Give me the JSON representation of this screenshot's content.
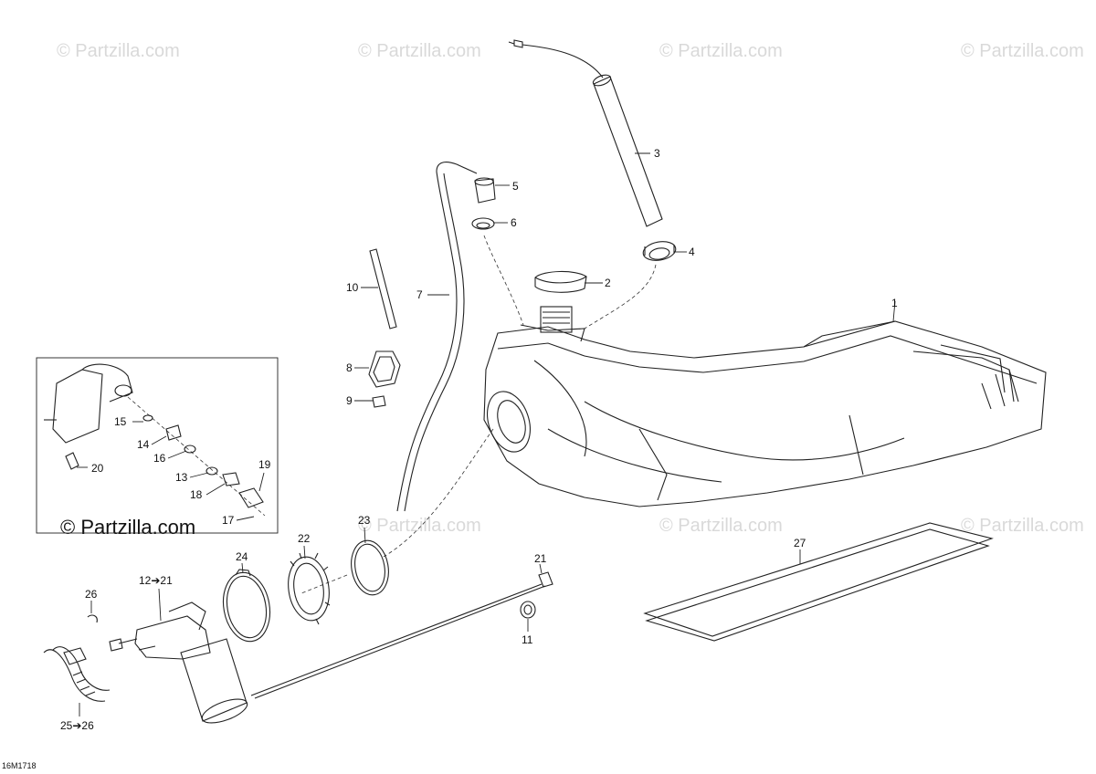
{
  "watermark": {
    "text": "© Partzilla.com"
  },
  "drawing_code": "16M1718",
  "callouts": {
    "c1": "1",
    "c2": "2",
    "c3": "3",
    "c4": "4",
    "c5": "5",
    "c6": "6",
    "c7": "7",
    "c8": "8",
    "c9": "9",
    "c10": "10",
    "c11": "11",
    "c12_21": "12➔21",
    "c13": "13",
    "c14": "14",
    "c15": "15",
    "c16": "16",
    "c17": "17",
    "c18": "18",
    "c19": "19",
    "c20": "20",
    "c21": "21",
    "c22": "22",
    "c23": "23",
    "c24": "24",
    "c25_26": "25➔26",
    "c26": "26",
    "c27": "27"
  }
}
